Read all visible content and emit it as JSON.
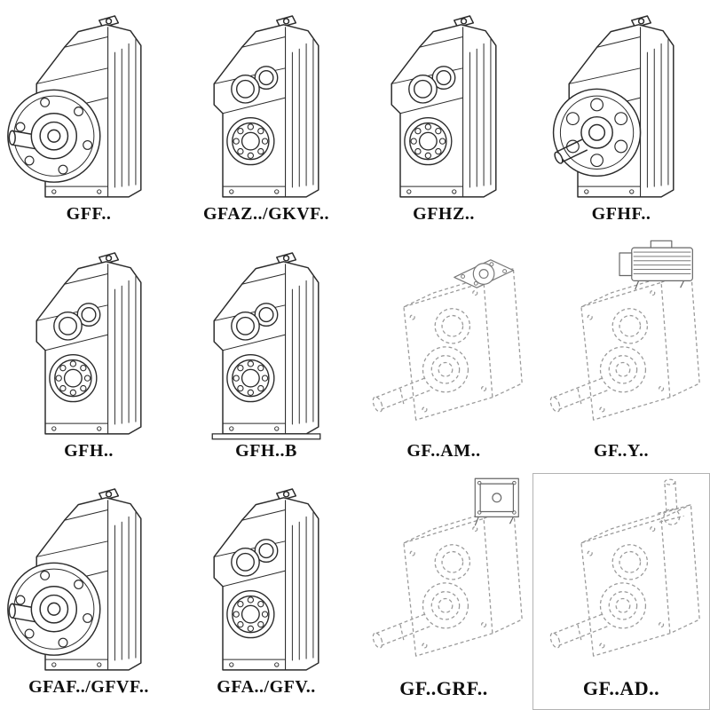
{
  "page": {
    "background": "#ffffff",
    "ink": "#2b2b2b",
    "dashed_ink": "#9a9a9a",
    "label_color": "#0f0f0f"
  },
  "catalog": {
    "items": [
      {
        "label": "GFF..",
        "drawing": "flange-output-gear-unit-drawing"
      },
      {
        "label": "GFAZ../GKVF..",
        "drawing": "hollow-shaft-gear-unit-drawing"
      },
      {
        "label": "GFHZ..",
        "drawing": "hollow-shaft-gear-unit-drawing"
      },
      {
        "label": "GFHF..",
        "drawing": "front-flange-gear-unit-drawing"
      },
      {
        "label": "GFH..",
        "drawing": "hollow-shaft-gear-unit-drawing"
      },
      {
        "label": "GFH..B",
        "drawing": "hollow-shaft-gear-unit-with-base-drawing"
      },
      {
        "label": "GF..AM..",
        "drawing": "gear-unit-with-input-flange-drawing"
      },
      {
        "label": "GF..Y..",
        "drawing": "gear-unit-with-motor-drawing"
      },
      {
        "label": "GFAF../GFVF..",
        "drawing": "flange-output-gear-unit-drawing"
      },
      {
        "label": "GFA../GFV..",
        "drawing": "hollow-shaft-gear-unit-drawing"
      },
      {
        "label": "GF..GRF..",
        "drawing": "gear-unit-with-input-adapter-box-drawing"
      },
      {
        "label": "GF..AD..",
        "drawing": "gear-unit-with-input-shaft-drawing"
      }
    ]
  }
}
